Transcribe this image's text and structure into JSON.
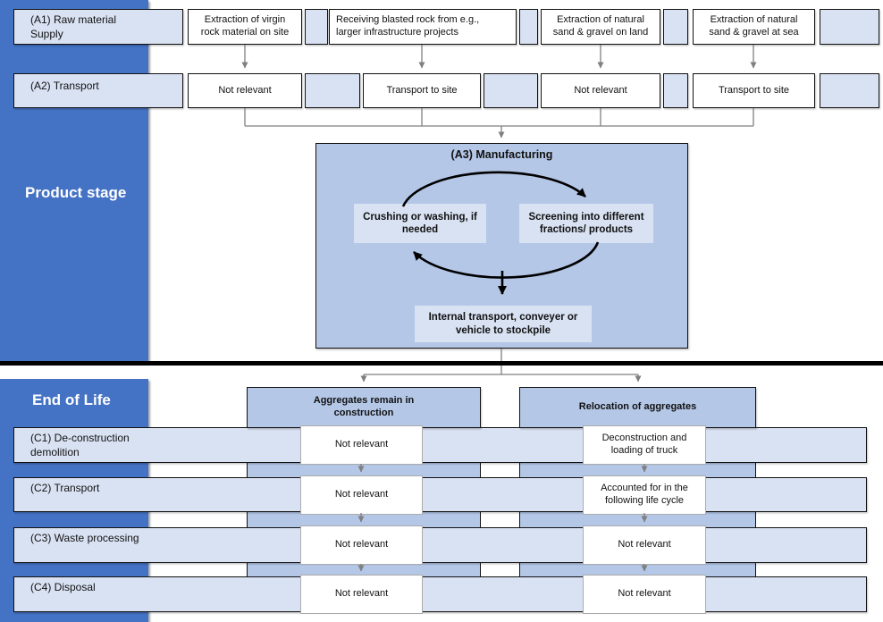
{
  "sidebar": {
    "product_stage_label": "Product stage",
    "end_of_life_label": "End of Life"
  },
  "product": {
    "a1": {
      "label": "(A1) Raw material\nSupply",
      "boxes": [
        "Extraction of virgin\nrock material on site",
        "Receiving blasted rock from e.g.,\nlarger infrastructure projects",
        "Extraction of natural\nsand & gravel on land",
        "Extraction of natural\nsand & gravel at sea"
      ]
    },
    "a2": {
      "label": "(A2) Transport",
      "boxes": [
        "Not relevant",
        "Transport to site",
        "Not relevant",
        "Transport to site"
      ]
    },
    "a3": {
      "title": "(A3) Manufacturing",
      "steps": {
        "crushing": "Crushing or washing, if\nneeded",
        "screening": "Screening into different\nfractions/ products",
        "internal": "Internal transport, conveyer or\nvehicle to stockpile"
      }
    }
  },
  "end_of_life": {
    "headers": [
      "Aggregates remain in\nconstruction",
      "Relocation of aggregates"
    ],
    "rows": [
      {
        "label": "(C1) De-construction\ndemolition",
        "col1": "Not relevant",
        "col2": "Deconstruction and\nloading of truck"
      },
      {
        "label": "(C2) Transport",
        "col1": "Not relevant",
        "col2": "Accounted for in the\nfollowing life cycle"
      },
      {
        "label": "(C3) Waste processing",
        "col1": "Not relevant",
        "col2": "Not relevant"
      },
      {
        "label": "(C4) Disposal",
        "col1": "Not relevant",
        "col2": "Not relevant"
      }
    ]
  },
  "colors": {
    "sidebar_blue": "#4472C4",
    "light_blue": "#D9E2F3",
    "medium_blue": "#B4C7E7",
    "connector_gray": "#7F7F7F",
    "arrow_black": "#000000"
  }
}
